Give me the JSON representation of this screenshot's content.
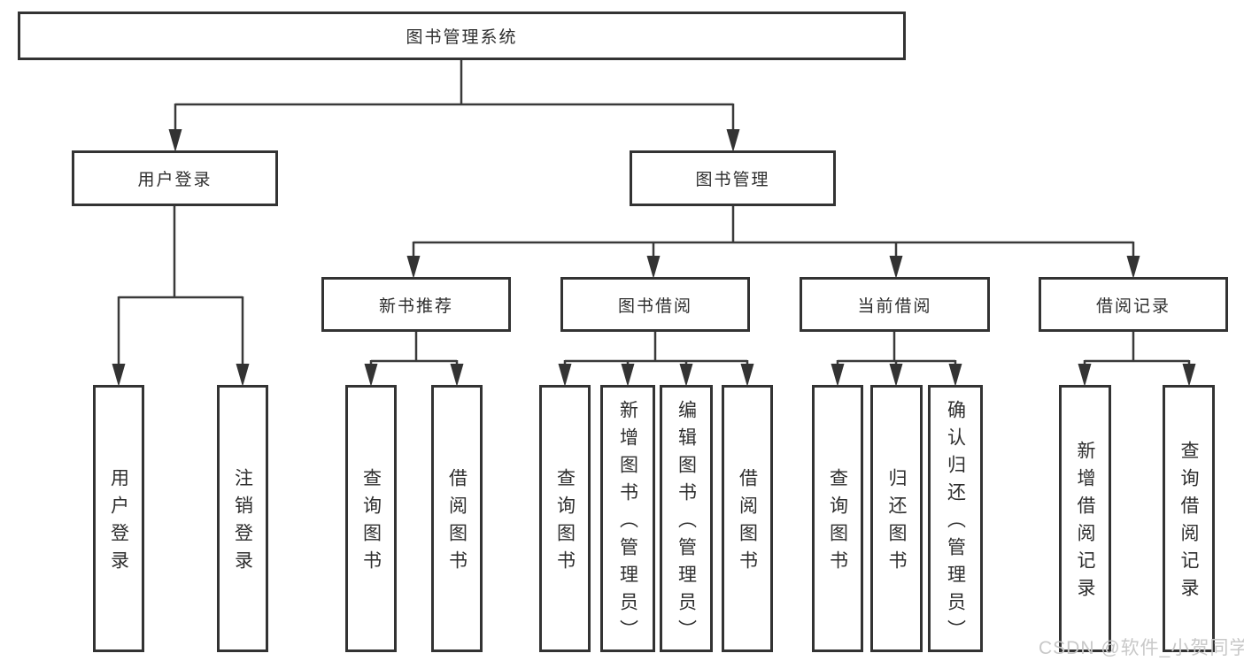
{
  "diagram": {
    "root": {
      "label": "图书管理系统"
    },
    "branches": [
      {
        "label": "用户登录",
        "children": [
          {
            "label": "用户登录"
          },
          {
            "label": "注销登录"
          }
        ]
      },
      {
        "label": "图书管理",
        "sections": [
          {
            "label": "新书推荐",
            "children": [
              {
                "label": "查询图书"
              },
              {
                "label": "借阅图书"
              }
            ]
          },
          {
            "label": "图书借阅",
            "children": [
              {
                "label": "查询图书"
              },
              {
                "label": "新增图书（管理员）"
              },
              {
                "label": "编辑图书（管理员）"
              },
              {
                "label": "借阅图书"
              }
            ]
          },
          {
            "label": "当前借阅",
            "children": [
              {
                "label": "查询图书"
              },
              {
                "label": "归还图书"
              },
              {
                "label": "确认归还（管理员）"
              }
            ]
          },
          {
            "label": "借阅记录",
            "children": [
              {
                "label": "新增借阅记录"
              },
              {
                "label": "查询借阅记录"
              }
            ]
          }
        ]
      }
    ]
  },
  "watermark": "CSDN @软件_小贺同学",
  "colors": {
    "line": "#3a3a3a",
    "box_border": "#333333",
    "text": "#2e2e2e",
    "watermark": "#c8c8c8",
    "background": "#ffffff"
  }
}
